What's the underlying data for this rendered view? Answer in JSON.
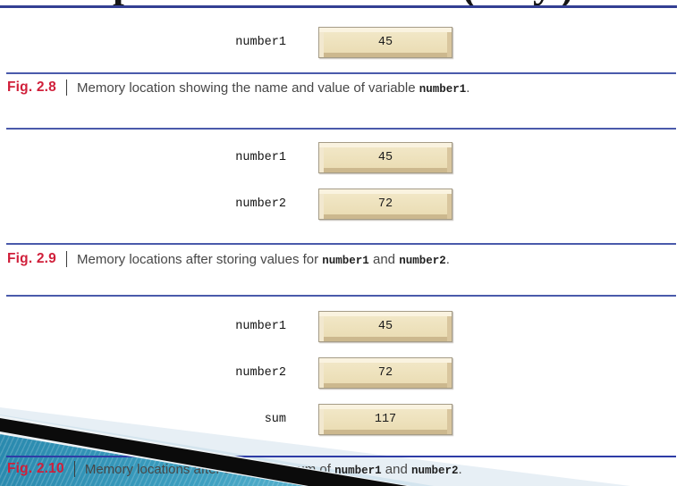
{
  "slide": {
    "title_fragments": [
      {
        "glyph": "p"
      },
      {
        "glyph": "("
      },
      {
        "glyph": "y"
      },
      {
        "glyph": ")"
      }
    ]
  },
  "colors": {
    "rule_blue": "#4a5aab",
    "top_rule_blue": "#333f93",
    "caption_red": "#d01f3a",
    "caption_gray": "#474747",
    "box_face_tan": "#eee1bc",
    "box_bevel_light": "#faf3e0",
    "box_bevel_dark": "#ccb88e",
    "deco_pale_blue": "#d3e4ee",
    "deco_teal": "#3d9fc0",
    "deco_black": "#0b0b0b"
  },
  "figures": [
    {
      "label": "Fig. 2.8",
      "caption": {
        "pre": "Memory location showing the name and value of variable ",
        "code1": "number1",
        "mid": "",
        "code2": "",
        "post": "."
      },
      "rows": [
        {
          "name": "number1",
          "value": "45"
        }
      ]
    },
    {
      "label": "Fig. 2.9",
      "caption": {
        "pre": "Memory locations after storing values for ",
        "code1": "number1",
        "mid": " and ",
        "code2": "number2",
        "post": "."
      },
      "rows": [
        {
          "name": "number1",
          "value": "45"
        },
        {
          "name": "number2",
          "value": "72"
        }
      ]
    },
    {
      "label": "Fig. 2.10",
      "caption": {
        "pre": "Memory locations after storing the sum of ",
        "code1": "number1",
        "mid": " and ",
        "code2": "number2",
        "post": "."
      },
      "rows": [
        {
          "name": "number1",
          "value": "45"
        },
        {
          "name": "number2",
          "value": "72"
        },
        {
          "name": "sum",
          "value": "117"
        }
      ]
    }
  ]
}
